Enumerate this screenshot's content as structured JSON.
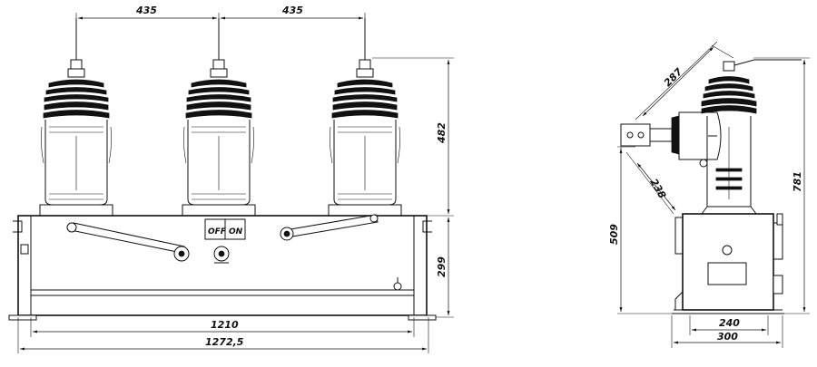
{
  "front_view": {
    "dims": {
      "pitch_left": "435",
      "pitch_right": "435",
      "height_pole": "482",
      "height_base": "299",
      "width_inner": "1210",
      "width_outer": "1272,5"
    },
    "switch": {
      "off_label": "OFF",
      "on_label": "ON"
    }
  },
  "side_view": {
    "dims": {
      "diag_top": "287",
      "diag_mid": "238",
      "height_total": "781",
      "height_lower": "509",
      "width_inner": "240",
      "width_outer": "300"
    }
  }
}
